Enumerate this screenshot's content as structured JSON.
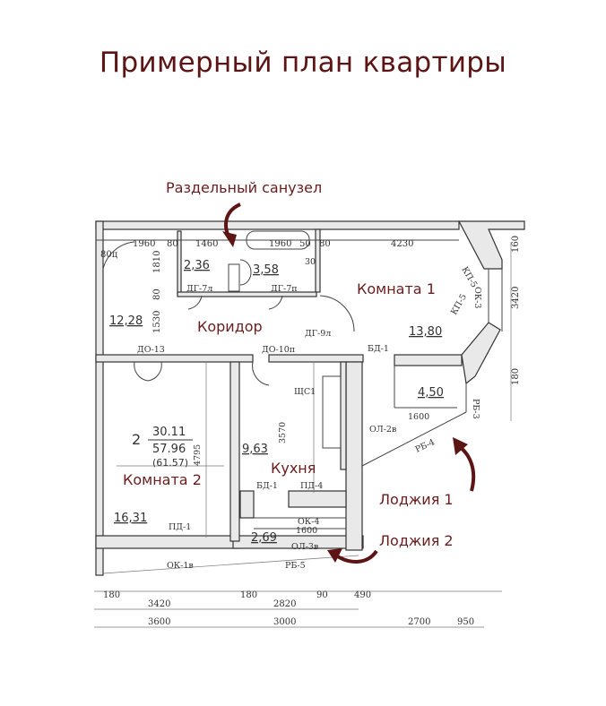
{
  "title": "Примерный план квартиры",
  "annotations": {
    "bathroom": "Раздельный санузел",
    "corridor": "Коридор",
    "room1": "Комната 1",
    "room2": "Комната 2",
    "kitchen": "Кухня",
    "loggia1": "Лоджия 1",
    "loggia2": "Лоджия 2"
  },
  "colors": {
    "accent": "#6b1c1c",
    "title": "#5c1414"
  },
  "plan": {
    "top_dims": [
      "1960",
      "80",
      "1460",
      "1960",
      "50",
      "80",
      "4230"
    ],
    "left_dims": [
      "80ц",
      "1810",
      "80",
      "1530"
    ],
    "areas": {
      "toilet": "2,36",
      "bath": "3,58",
      "hall": "12,28",
      "room1": "13,80",
      "loggia1": "4,50",
      "room2": "16,31",
      "kitchen": "9,63",
      "loggia2": "2,69"
    },
    "apartment": {
      "rooms": "2",
      "living": "30.11",
      "total": "57.96",
      "total_with_loggia": "(61.57)"
    },
    "marks": {
      "dg7l": "ДГ-7л",
      "dg7p": "ДГ-7п",
      "dg9l": "ДГ-9л",
      "do13": "ДО-13",
      "do10p": "ДО-10п",
      "bd1_top": "БД-1",
      "bd1_kitchen": "БД-1",
      "kp5_top": "КП-5",
      "kp5_bottom": "КП-5",
      "ok3": "ОК-3",
      "ol2v": "ОЛ-2в",
      "rb4": "РБ-4",
      "rb3": "РБ-3",
      "loggia1_width": "1600",
      "shs1": "ЩС1",
      "pd4": "ПД-4",
      "pd1": "ПД-1",
      "ok4": "ОК-4",
      "ok4_width": "1600",
      "ol3v": "ОЛ-3в",
      "ok1v": "ОК-1в",
      "rb5": "РБ-5",
      "h4795": "4795",
      "h3570": "3570",
      "bath30": "30"
    },
    "right_dims": [
      "160",
      "3420",
      "180"
    ],
    "bottom_dims": {
      "row1": [
        "180",
        "180",
        "90",
        "490"
      ],
      "row2": [
        "3420",
        "2820"
      ],
      "row3": [
        "3600",
        "3000",
        "2700",
        "950"
      ]
    }
  }
}
